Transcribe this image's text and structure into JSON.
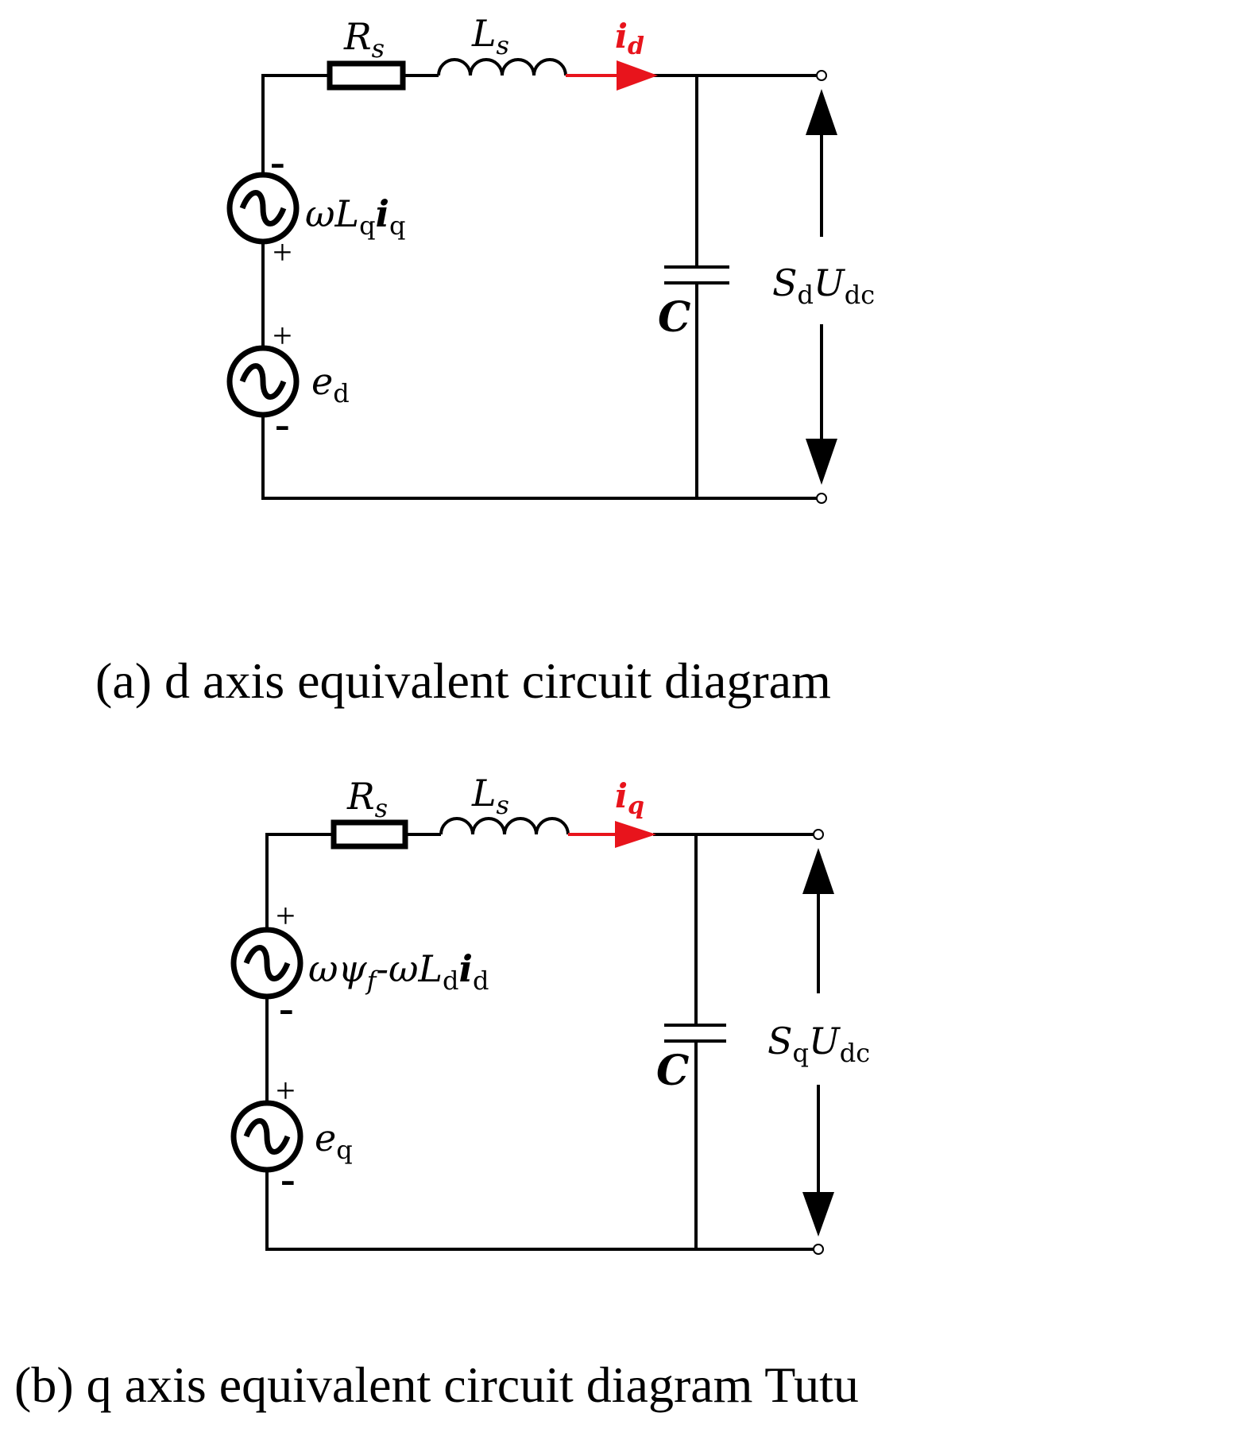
{
  "colors": {
    "wire": "#000000",
    "current": "#e8141c",
    "background": "#ffffff"
  },
  "diagram_a": {
    "caption": "(a) d axis equivalent circuit diagram",
    "resistor_label": {
      "main": "R",
      "sub": "s"
    },
    "inductor_label": {
      "main": "L",
      "sub": "s"
    },
    "current_label": {
      "main": "i",
      "sub": "d"
    },
    "capacitor_label": "C",
    "source_top": {
      "w": "ω",
      "L": "L",
      "Lsub": "q",
      "i": "i",
      "isub": "q",
      "sign_top": "-",
      "sign_bottom": "+"
    },
    "source_bottom": {
      "main": "e",
      "sub": "d",
      "sign_top": "+",
      "sign_bottom": "-"
    },
    "output_voltage": {
      "S": "S",
      "Ssub": "d",
      "U": "U",
      "Usub": "dc"
    }
  },
  "diagram_b": {
    "caption": "(b) q axis equivalent circuit diagram Tutu",
    "resistor_label": {
      "main": "R",
      "sub": "s"
    },
    "inductor_label": {
      "main": "L",
      "sub": "s"
    },
    "current_label": {
      "main": "i",
      "sub": "q"
    },
    "capacitor_label": "C",
    "source_top": {
      "w": "ω",
      "psi": "ψ",
      "psisub": "f",
      "minus": "-ω",
      "L": "L",
      "Lsub": "d",
      "i": "i",
      "isub": "d",
      "sign_top": "+",
      "sign_bottom": "-"
    },
    "source_bottom": {
      "main": "e",
      "sub": "q",
      "sign_top": "+",
      "sign_bottom": "-"
    },
    "output_voltage": {
      "S": "S",
      "Ssub": "q",
      "U": "U",
      "Usub": "dc"
    }
  }
}
